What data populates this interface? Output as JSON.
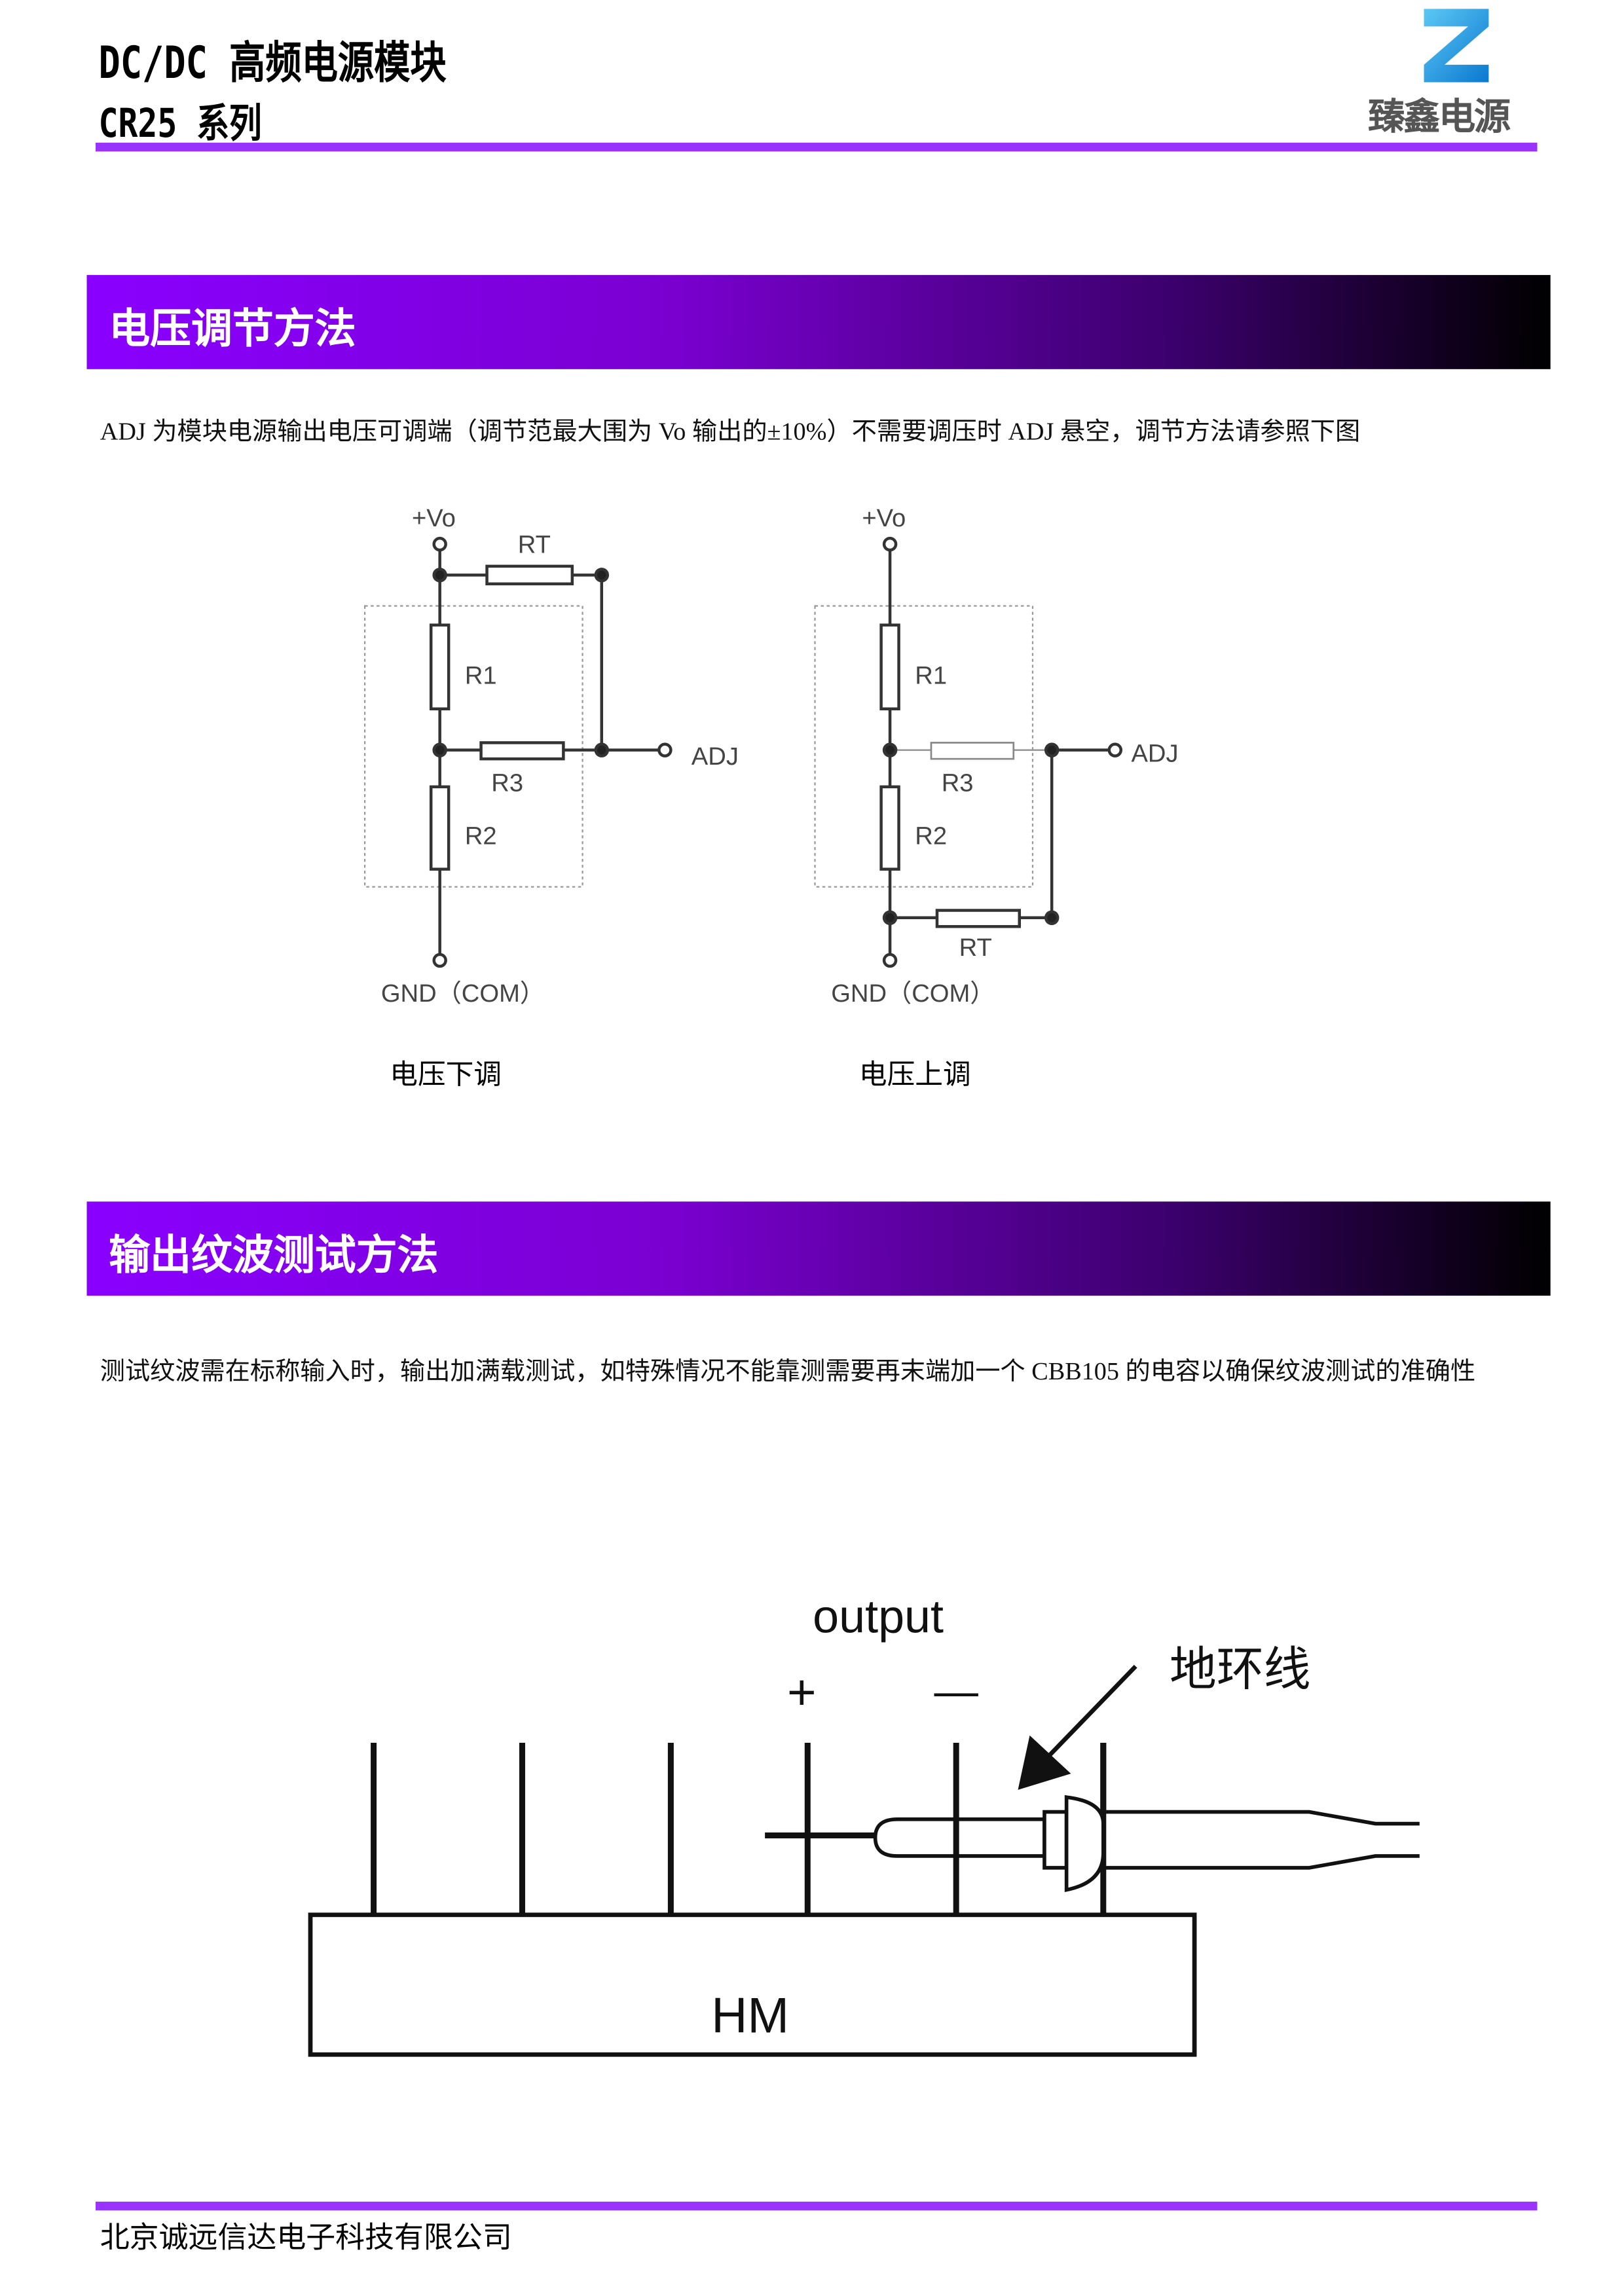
{
  "header": {
    "title": "DC/DC 高频电源模块",
    "subtitle": "CR25 系列",
    "logo_text": "臻鑫电源",
    "accent": "#9933ff"
  },
  "section1": {
    "title": "电压调节方法",
    "paragraph": "ADJ 为模块电源输出电压可调端（调节范最大围为 Vo 输出的±10%）不需要调压时 ADJ 悬空，调节方法请参照下图",
    "diagram_down": {
      "vo": "+Vo",
      "rt": "RT",
      "r1": "R1",
      "r2": "R2",
      "r3": "R3",
      "adj": "ADJ",
      "gnd": "GND（COM）",
      "caption": "电压下调"
    },
    "diagram_up": {
      "vo": "+Vo",
      "rt": "RT",
      "r1": "R1",
      "r2": "R2",
      "r3": "R3",
      "adj": "ADJ",
      "gnd": "GND（COM）",
      "caption": "电压上调"
    }
  },
  "section2": {
    "title": "输出纹波测试方法",
    "paragraph": "测试纹波需在标称输入时，输出加满载测试，如特殊情况不能靠测需要再末端加一个 CBB105 的电容以确保纹波测试的准确性",
    "diagram": {
      "output": "output",
      "plus": "+",
      "minus": "—",
      "ground_loop": "地环线",
      "module": "HM"
    }
  },
  "footer": {
    "company": "北京诚远信达电子科技有限公司"
  }
}
